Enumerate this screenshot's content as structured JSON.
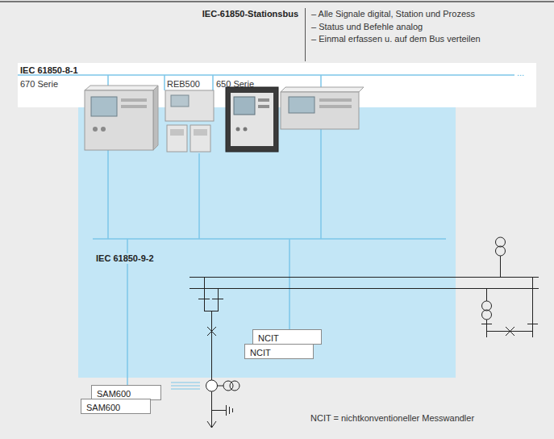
{
  "diagram": {
    "title": "IEC-61850-Stationsbus",
    "nodes": [
      {
        "text": [
          "NCIT"
        ]
      },
      {
        "text": [
          "NCIT"
        ]
      },
      {
        "text": [
          "SAM600"
        ]
      },
      {
        "text": [
          "SAM600"
        ]
      }
    ],
    "labels": [
      "– Alle Signale digital, Station und Prozess",
      "– Status und Befehle analog",
      "– Einmal erfassen u. auf dem Bus verteilen",
      "IEC 61850-8-1",
      "670 Serie",
      "REB500",
      "650 Serie",
      "...",
      "IEC 61850-9-2",
      "NCIT = nichtkonventioneller Messwandler"
    ]
  }
}
